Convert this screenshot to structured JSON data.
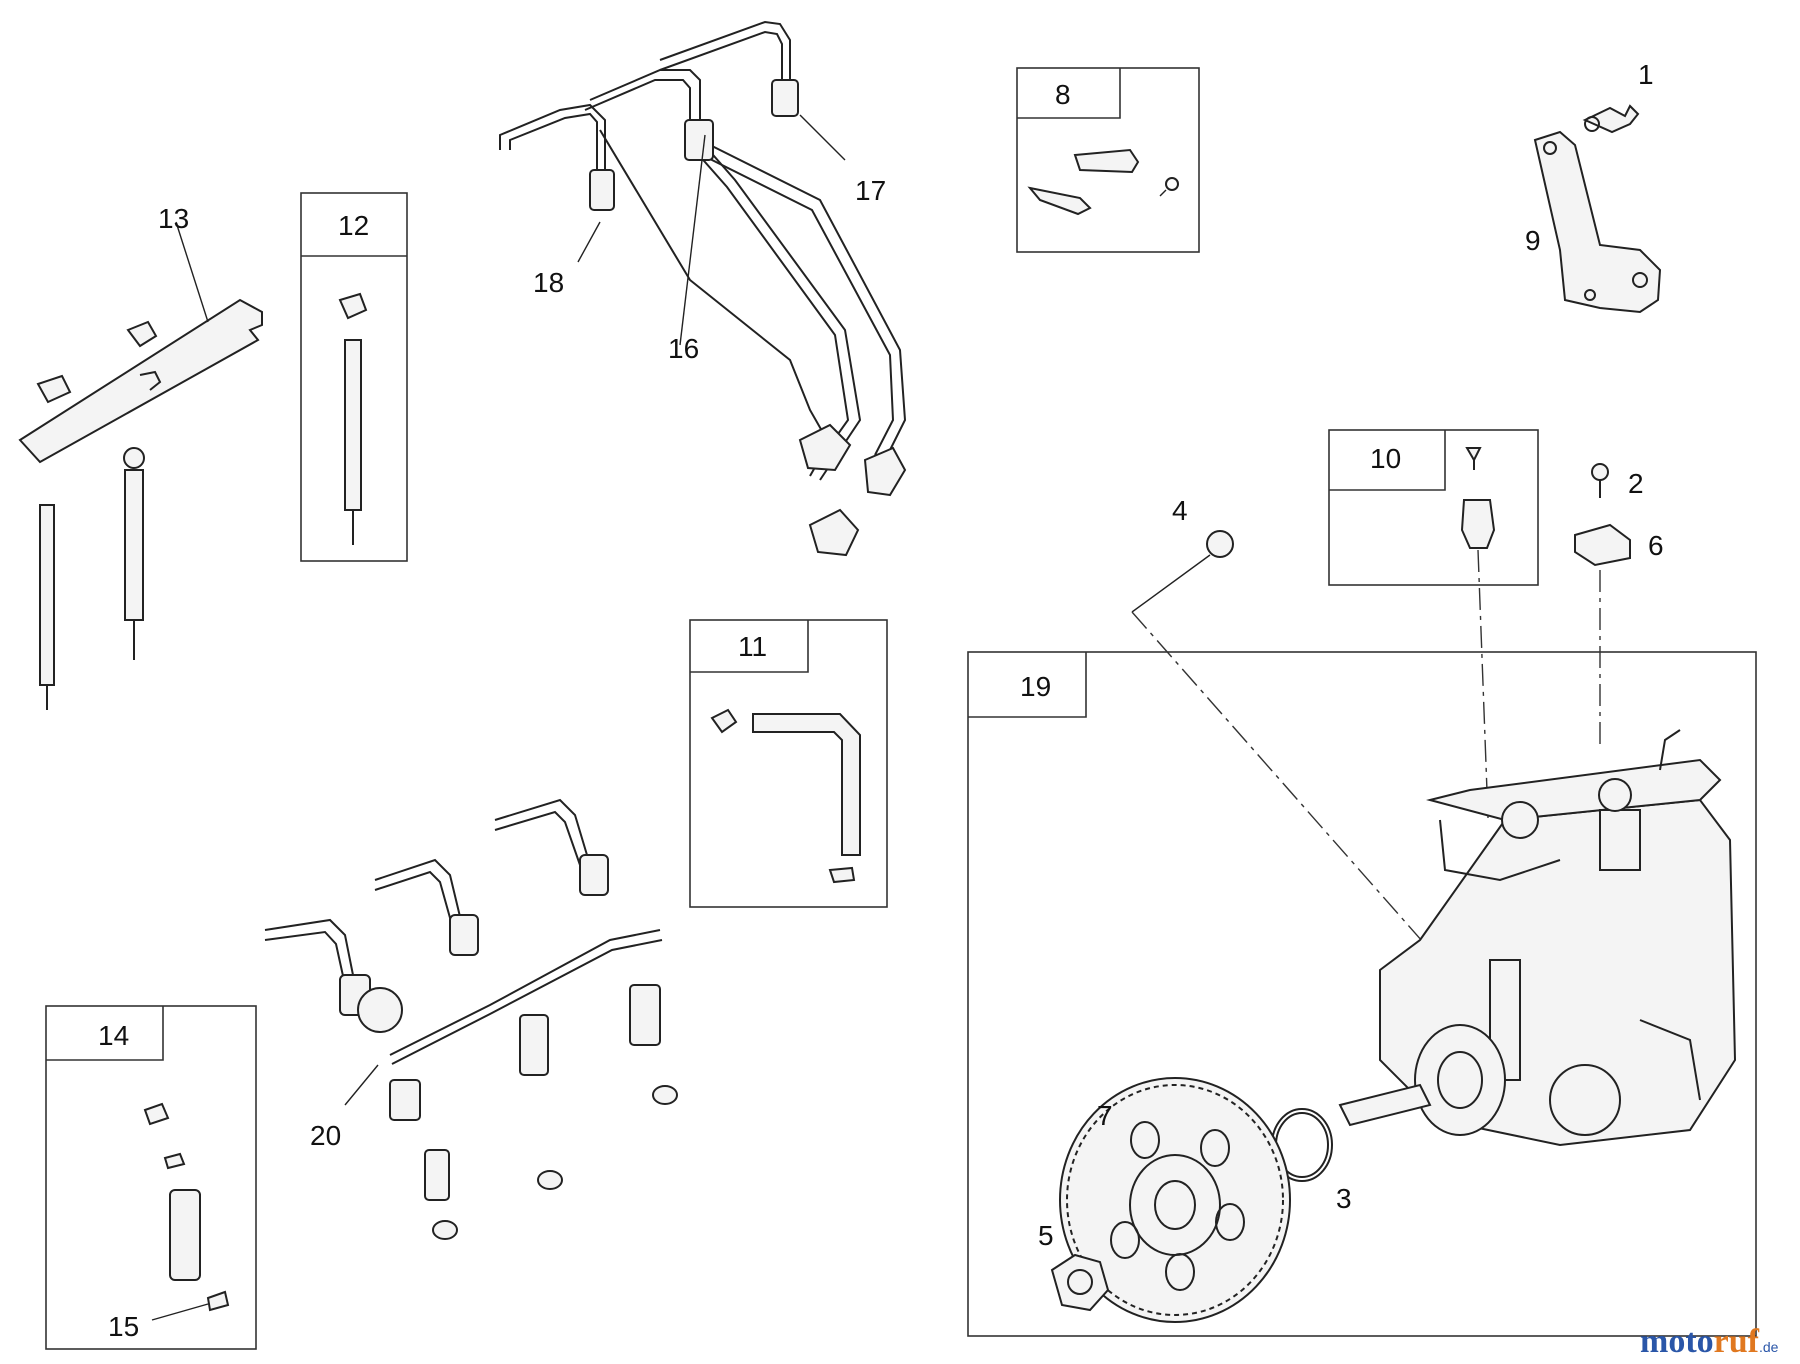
{
  "callouts": {
    "c1": "1",
    "c2": "2",
    "c3": "3",
    "c4": "4",
    "c5": "5",
    "c6": "6",
    "c7": "7",
    "c9": "9",
    "c13": "13",
    "c15": "15",
    "c16": "16",
    "c17": "17",
    "c18": "18",
    "c20": "20"
  },
  "boxes": {
    "b8": "8",
    "b10": "10",
    "b11": "11",
    "b12": "12",
    "b14": "14",
    "b19": "19"
  },
  "watermark": {
    "part1": "moto",
    "part2": "ruf",
    "suffix": ".de"
  }
}
